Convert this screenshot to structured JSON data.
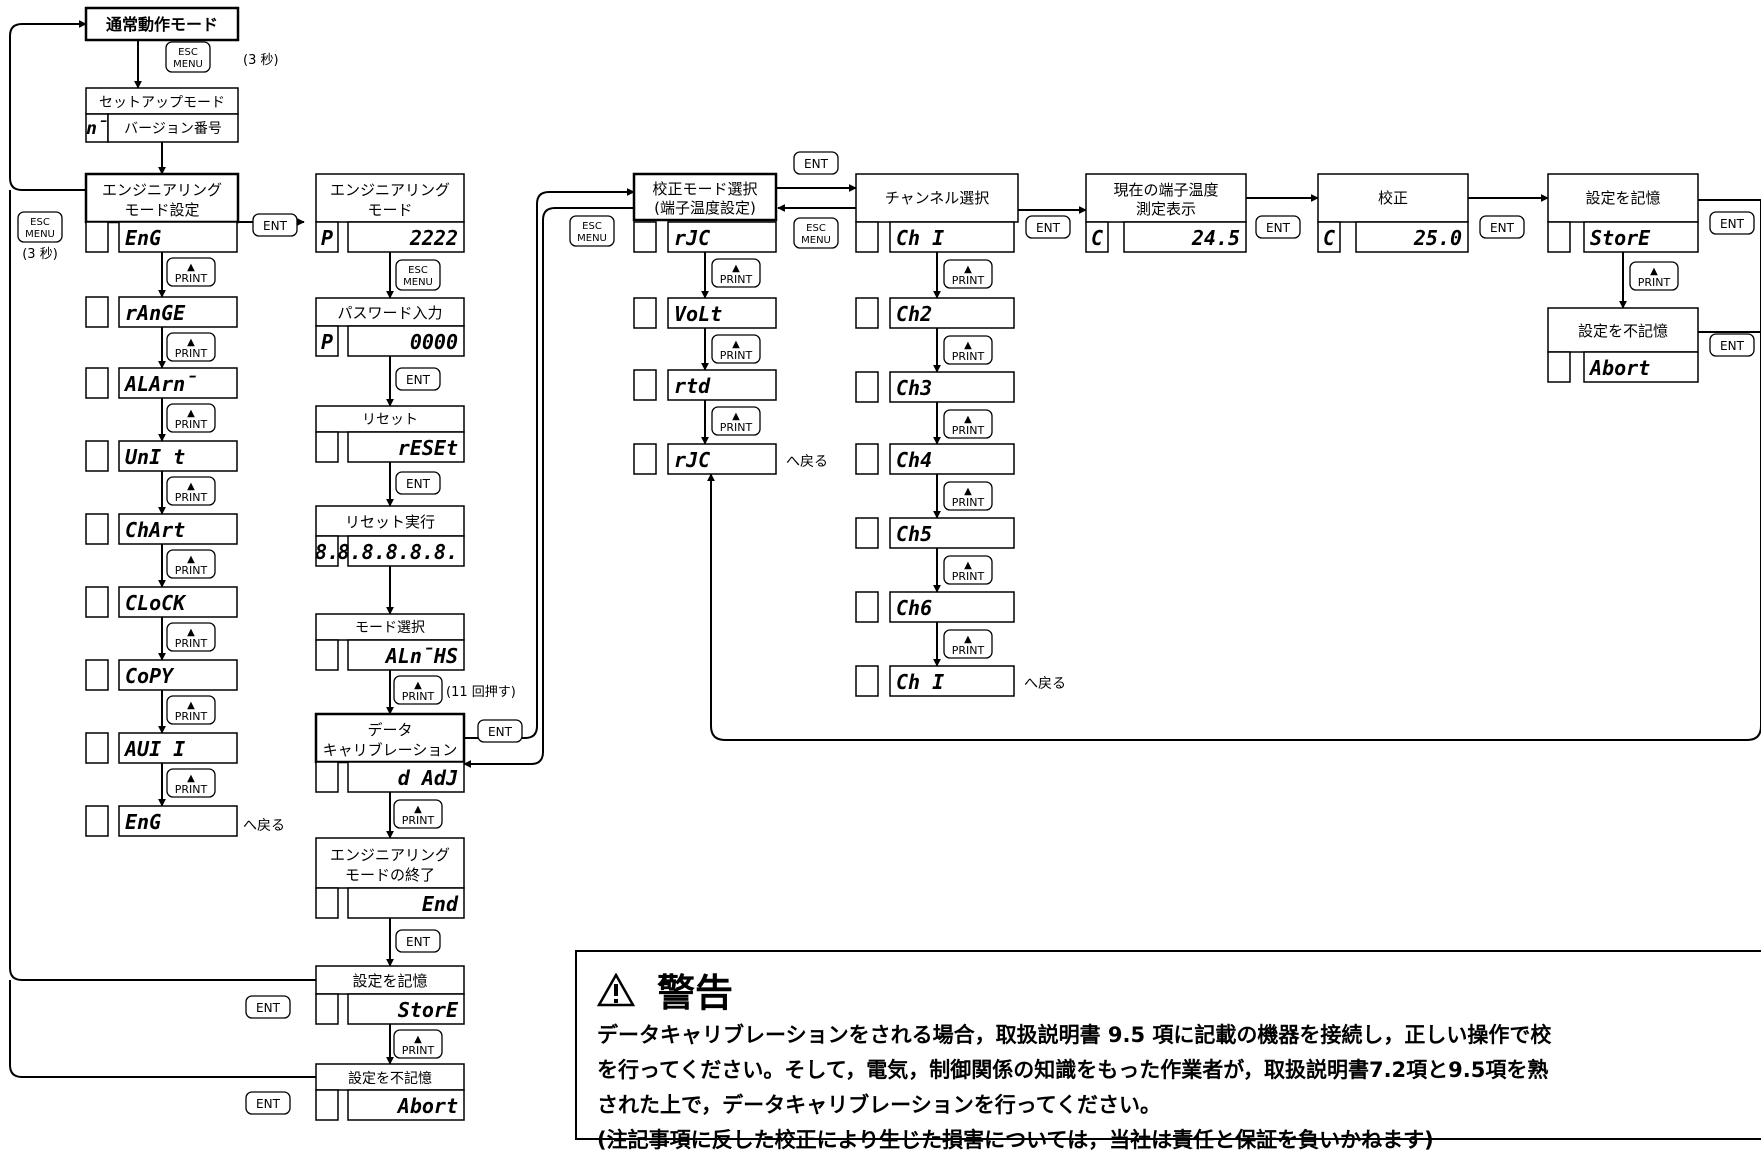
{
  "boxes": {
    "normal_mode": "通常動作モード",
    "setup_mode": "セットアップモード",
    "setup_mark": "n̄",
    "version": "バージョン番号",
    "eng_mode_set_1": "エンジニアリング",
    "eng_mode_set_2": "モード設定",
    "eng_mode_1": "エンジニアリング",
    "eng_mode_2": "モード",
    "password_input": "パスワード入力",
    "reset": "リセット",
    "reset_exec": "リセット実行",
    "mode_select": "モード選択",
    "data_cal_1": "データ",
    "data_cal_2": "キャリブレーション",
    "eng_end_1": "エンジニアリング",
    "eng_end_2": "モードの終了",
    "store_setting": "設定を記憶",
    "abort_setting": "設定を不記憶",
    "cal_mode_select_1": "校正モード選択",
    "cal_mode_select_2": "(端子温度設定)",
    "channel_select": "チャンネル選択",
    "terminal_temp_1": "現在の端子温度",
    "terminal_temp_2": "測定表示",
    "calibration": "校正"
  },
  "displays": {
    "eng_menu": [
      "EnG",
      "rAnGE",
      "ALArn̄",
      "UnI t",
      "ChArt",
      "CLoCK",
      "CoPY",
      "AUI I",
      "EnG"
    ],
    "password_prefix": "P",
    "password_default": "2222",
    "password_entry": "0000",
    "reset": "rESEt",
    "reset_exec_left": "8.",
    "reset_exec": "8.8.8.8.8.",
    "mode_select": "ALn̄HS",
    "data_adj": "d AdJ",
    "end": "End",
    "store": "StorE",
    "abort": "Abort",
    "cal_modes": [
      "rJC",
      "VoLt",
      "rtd",
      "rJC"
    ],
    "channels": [
      "Ch I",
      "Ch2",
      "Ch3",
      "Ch4",
      "Ch5",
      "Ch6",
      "Ch I"
    ],
    "temp_prefix": "C",
    "current_temp": "24.5",
    "calibrated_temp": "25.0"
  },
  "keys": {
    "esc_line1": "ESC",
    "esc_line2": "MENU",
    "print_arrow": "▲",
    "print": "PRINT",
    "enter": "ENT"
  },
  "notes": {
    "three_sec": "(3 秒)",
    "three_sec_left": "(3 秒)",
    "press_11": "(11 回押す)",
    "back": "へ戻る"
  },
  "warning": {
    "title": "警告",
    "line1": "データキャリブレーションをされる場合，取扱説明書 9.5 項に記載の機器を接続し，正しい操作で校",
    "line2": "を行ってください。そして，電気，制御関係の知識をもった作業者が，取扱説明書7.2項と9.5項を熟",
    "line3": "された上で，データキャリブレーションを行ってください。",
    "line4": "(注記事項に反した校正により生じた損害については，当社は責任と保証を負いかねます)"
  }
}
